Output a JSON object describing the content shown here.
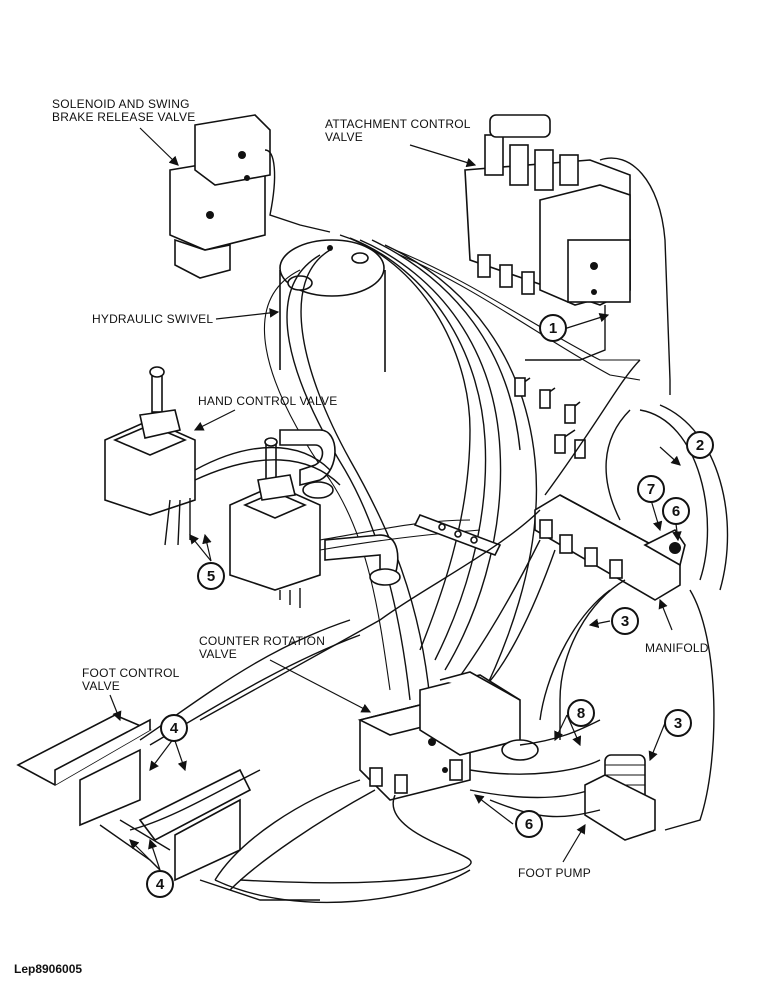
{
  "labels": {
    "solenoid": "SOLENOID AND SWING\nBRAKE RELEASE VALVE",
    "attachment": "ATTACHMENT CONTROL\nVALVE",
    "swivel": "HYDRAULIC SWIVEL",
    "hand": "HAND CONTROL VALVE",
    "counter": "COUNTER ROTATION\nVALVE",
    "foot_control": "FOOT CONTROL\nVALVE",
    "manifold": "MANIFOLD",
    "foot_pump": "FOOT PUMP"
  },
  "callouts": [
    "1",
    "2",
    "7",
    "6",
    "5",
    "3",
    "4",
    "8",
    "3",
    "6",
    "4"
  ],
  "reference": "Lep8906005"
}
